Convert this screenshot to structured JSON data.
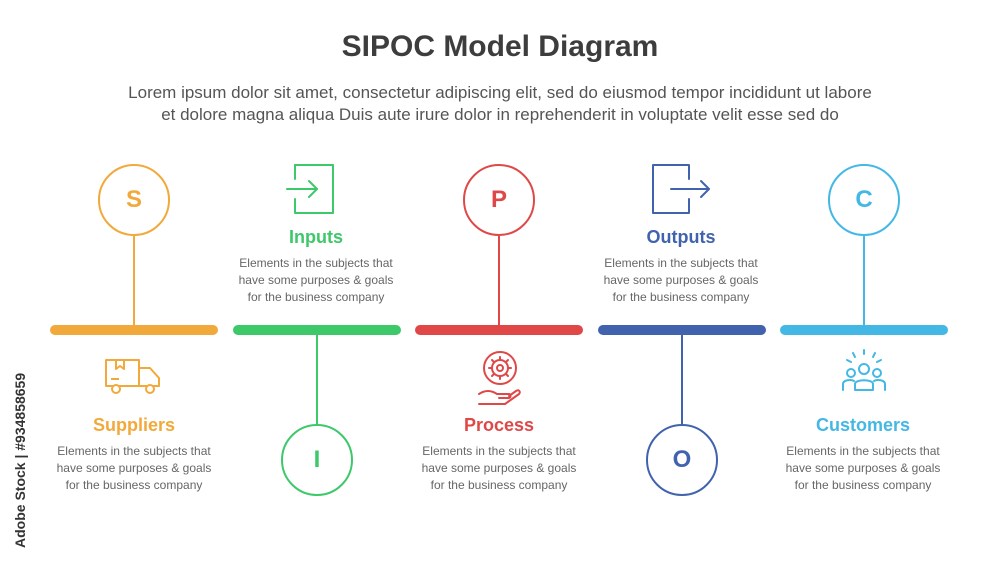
{
  "header": {
    "title": "SIPOC Model Diagram",
    "subtitle_lines": [
      "Lorem ipsum dolor sit amet, consectetur adipiscing elit, sed do eiusmod tempor incididunt ut labore",
      "et dolore magna aliqua Duis aute irure dolor in reprehenderit in voluptate velit esse sed do"
    ]
  },
  "watermark": {
    "text": "Adobe Stock | #934858659"
  },
  "steps": [
    {
      "letter": "S",
      "label": "Suppliers",
      "color": "#F2A93B",
      "icon": "delivery-truck-icon",
      "desc": [
        "Elements in the subjects that",
        "have  some purposes & goals",
        "for the  business company"
      ]
    },
    {
      "letter": "I",
      "label": "Inputs",
      "color": "#3DC86A",
      "icon": "login-arrow-icon",
      "desc": [
        "Elements in the subjects that",
        "have  some purposes & goals",
        "for the  business company"
      ]
    },
    {
      "letter": "P",
      "label": "Process",
      "color": "#E04848",
      "icon": "gear-hand-icon",
      "desc": [
        "Elements in the subjects that",
        "have  some purposes & goals",
        "for the  business company"
      ]
    },
    {
      "letter": "O",
      "label": "Outputs",
      "color": "#4163AE",
      "icon": "logout-arrow-icon",
      "desc": [
        "Elements in the subjects that",
        "have  some purposes & goals",
        "for the  business company"
      ]
    },
    {
      "letter": "C",
      "label": "Customers",
      "color": "#43B8E5",
      "icon": "customer-group-icon",
      "desc": [
        "Elements in the subjects that",
        "have  some purposes & goals",
        "for the  business company"
      ]
    }
  ]
}
